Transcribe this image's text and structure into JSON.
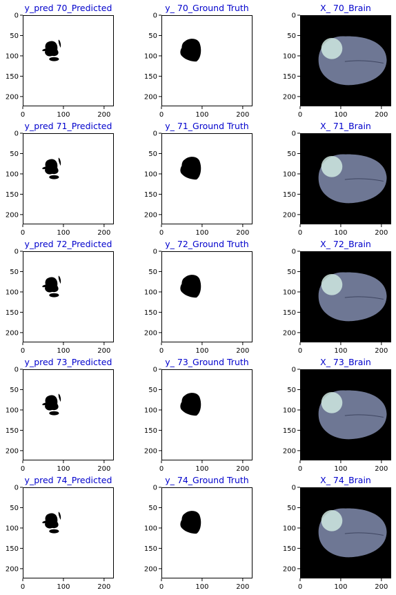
{
  "figure": {
    "title_color": "#0000cc",
    "background": "#ffffff",
    "brain_bg": "#000000",
    "mask_fg": "#000000",
    "brain_tissue_color": "#6e7794",
    "brain_lesion_color": "#cfe8e0"
  },
  "chart_data": {
    "type": "image-grid",
    "rows": 5,
    "cols": 3,
    "xlim": [
      0,
      224
    ],
    "ylim": [
      224,
      0
    ],
    "xticks": [
      0,
      100,
      200
    ],
    "yticks": [
      0,
      50,
      100,
      150,
      200
    ],
    "panels": [
      {
        "row": 0,
        "col": 0,
        "kind": "mask",
        "title": "y_pred 70_Predicted"
      },
      {
        "row": 0,
        "col": 1,
        "kind": "mask",
        "title": "y_ 70_Ground Truth"
      },
      {
        "row": 0,
        "col": 2,
        "kind": "brain",
        "title": "X_ 70_Brain"
      },
      {
        "row": 1,
        "col": 0,
        "kind": "mask",
        "title": "y_pred 71_Predicted"
      },
      {
        "row": 1,
        "col": 1,
        "kind": "mask",
        "title": "y_ 71_Ground Truth"
      },
      {
        "row": 1,
        "col": 2,
        "kind": "brain",
        "title": "X_ 71_Brain"
      },
      {
        "row": 2,
        "col": 0,
        "kind": "mask",
        "title": "y_pred 72_Predicted"
      },
      {
        "row": 2,
        "col": 1,
        "kind": "mask",
        "title": "y_ 72_Ground Truth"
      },
      {
        "row": 2,
        "col": 2,
        "kind": "brain",
        "title": "X_ 72_Brain"
      },
      {
        "row": 3,
        "col": 0,
        "kind": "mask",
        "title": "y_pred 73_Predicted"
      },
      {
        "row": 3,
        "col": 1,
        "kind": "mask",
        "title": "y_ 73_Ground Truth"
      },
      {
        "row": 3,
        "col": 2,
        "kind": "brain",
        "title": "X_ 73_Brain"
      },
      {
        "row": 4,
        "col": 0,
        "kind": "mask",
        "title": "y_pred 74_Predicted"
      },
      {
        "row": 4,
        "col": 1,
        "kind": "mask",
        "title": "y_ 74_Ground Truth"
      },
      {
        "row": 4,
        "col": 2,
        "kind": "brain",
        "title": "X_ 74_Brain"
      }
    ]
  }
}
